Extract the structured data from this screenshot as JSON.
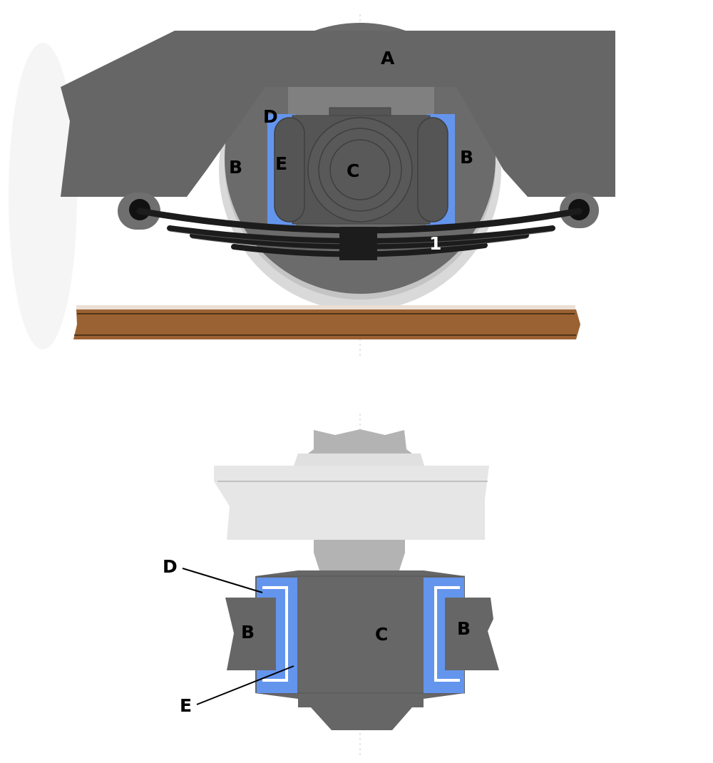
{
  "colors": {
    "body_dark": "#666666",
    "body_darker": "#555555",
    "block_grey": "#808080",
    "wheel_light": "#d6d6d6",
    "wheel_mid": "#c0c0c0",
    "wheel_dark": "#6b6b6b",
    "liner_blue": "#6495ed",
    "spring_black": "#1c1c1c",
    "rail_brown": "#9a6232",
    "axle_light": "#e6e6e6",
    "axle_mid": "#b3b3b3",
    "centerline": "#bbbbbb",
    "white": "#ffffff"
  },
  "side_view": {
    "label_A": "A",
    "label_B_left": "B",
    "label_B_right": "B",
    "label_C": "C",
    "label_D": "D",
    "label_E": "E",
    "label_spring": "1"
  },
  "plan_view": {
    "label_B_left": "B",
    "label_B_right": "B",
    "label_C": "C",
    "label_D": "D",
    "label_E": "E"
  }
}
